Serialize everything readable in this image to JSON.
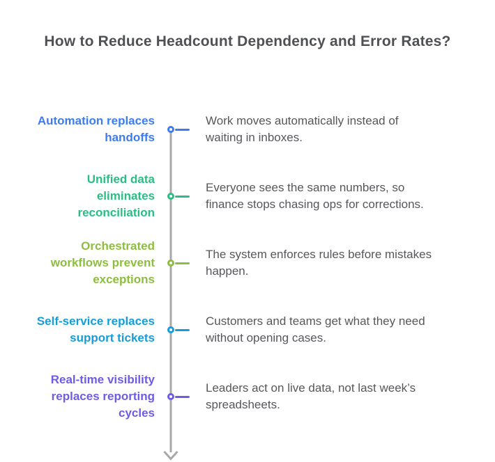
{
  "title": "How to Reduce Headcount Dependency and Error Rates?",
  "colors": {
    "background": "#ffffff",
    "title_text": "#4f5054",
    "body_text": "#56575b",
    "axis_line": "#a8a8a8"
  },
  "timeline": {
    "direction": "down",
    "arrow_icon": "arrow-down",
    "items": [
      {
        "label": "Automation replaces\nhandoffs",
        "description": "Work moves automatically instead of\nwaiting in inboxes.",
        "color": "#3d7cf0"
      },
      {
        "label": "Unified data\neliminates\nreconciliation",
        "description": "Everyone sees the same numbers, so\nfinance stops chasing ops for corrections.",
        "color": "#2bbd83"
      },
      {
        "label": "Orchestrated\nworkflows prevent\nexceptions",
        "description": "The system enforces rules before mistakes\nhappen.",
        "color": "#8cbe3f"
      },
      {
        "label": "Self-service replaces\nsupport tickets",
        "description": "Customers and teams get what they need\nwithout opening cases.",
        "color": "#169dd9"
      },
      {
        "label": "Real-time visibility\nreplaces reporting\ncycles",
        "description": "Leaders act on live data, not last week’s\nspreadsheets.",
        "color": "#6e5ce6"
      }
    ]
  }
}
